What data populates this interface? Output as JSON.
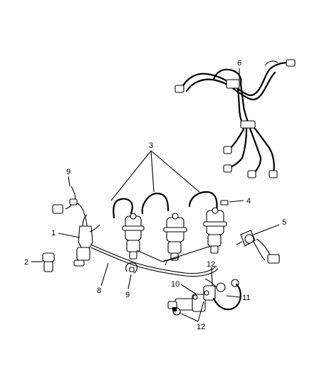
{
  "callouts": [
    {
      "id": "c1",
      "label": "1"
    },
    {
      "id": "c2",
      "label": "2"
    },
    {
      "id": "c3",
      "label": "3"
    },
    {
      "id": "c4",
      "label": "4"
    },
    {
      "id": "c5",
      "label": "5"
    },
    {
      "id": "c6",
      "label": "6"
    },
    {
      "id": "c7",
      "label": "7"
    },
    {
      "id": "c8",
      "label": "8"
    },
    {
      "id": "c9a",
      "label": "9"
    },
    {
      "id": "c9b",
      "label": "9"
    },
    {
      "id": "c10",
      "label": "10"
    },
    {
      "id": "c11",
      "label": "11"
    },
    {
      "id": "c12a",
      "label": "12"
    },
    {
      "id": "c12b",
      "label": "12"
    }
  ]
}
